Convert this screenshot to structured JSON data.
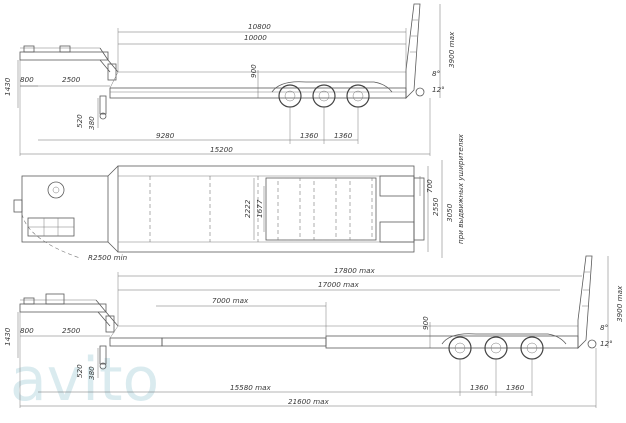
{
  "watermark": "avito",
  "view_top": {
    "overall_length": "15200",
    "platform_length_top": "10800",
    "platform_length": "10000",
    "front_height": "1430",
    "kingpin_offset": "800",
    "gooseneck_length": "2500",
    "coupling_height": "520",
    "coupling_low": "380",
    "deck_height": "900",
    "axle_distance": "9280",
    "axle_spacing_1": "1360",
    "axle_spacing_2": "1360",
    "ramp_height": "3900 max",
    "angle_1": "8°",
    "angle_2": "12°"
  },
  "view_plan": {
    "turn_radius": "R2500 min",
    "inner_width_1": "2222",
    "inner_width_2": "1677",
    "outer_width": "2550",
    "ramp_width": "700",
    "extended_width": "3050",
    "extended_note": "при выдвижных уширителях"
  },
  "view_extended": {
    "overall_length": "21600 max",
    "max_length_1": "17800 max",
    "max_length_2": "17000 max",
    "ext_length": "7000 max",
    "front_height": "1430",
    "kingpin_offset": "800",
    "gooseneck_length": "2500",
    "coupling_height": "520",
    "coupling_low": "380",
    "deck_height": "900",
    "axle_distance": "15580 max",
    "axle_spacing_1": "1360",
    "axle_spacing_2": "1360",
    "ramp_height": "3900 max",
    "angle_1": "8°",
    "angle_2": "12°"
  }
}
